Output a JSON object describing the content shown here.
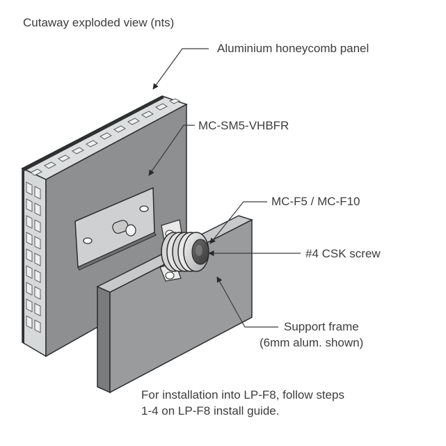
{
  "title": "Cutaway exploded view (nts)",
  "labels": {
    "panel": "Aluminium honeycomb panel",
    "mount": "MC-SM5-VHBFR",
    "fastener": "MC-F5 / MC-F10",
    "screw": "#4 CSK screw",
    "frame_line1": "Support frame",
    "frame_line2": "(6mm alum. shown)"
  },
  "note": {
    "line1": "For installation into LP-F8, follow steps",
    "line2": "1-4 on LP-F8 install guide."
  },
  "colors": {
    "panel_face": "#8e8f91",
    "panel_dark": "#3e3f41",
    "honeycomb": "#d9dcdd",
    "frame_face": "#9a9b9d",
    "frame_top": "#c4c5c7",
    "leader": "#3a3a3a",
    "arrow": "#2a2a2a"
  }
}
